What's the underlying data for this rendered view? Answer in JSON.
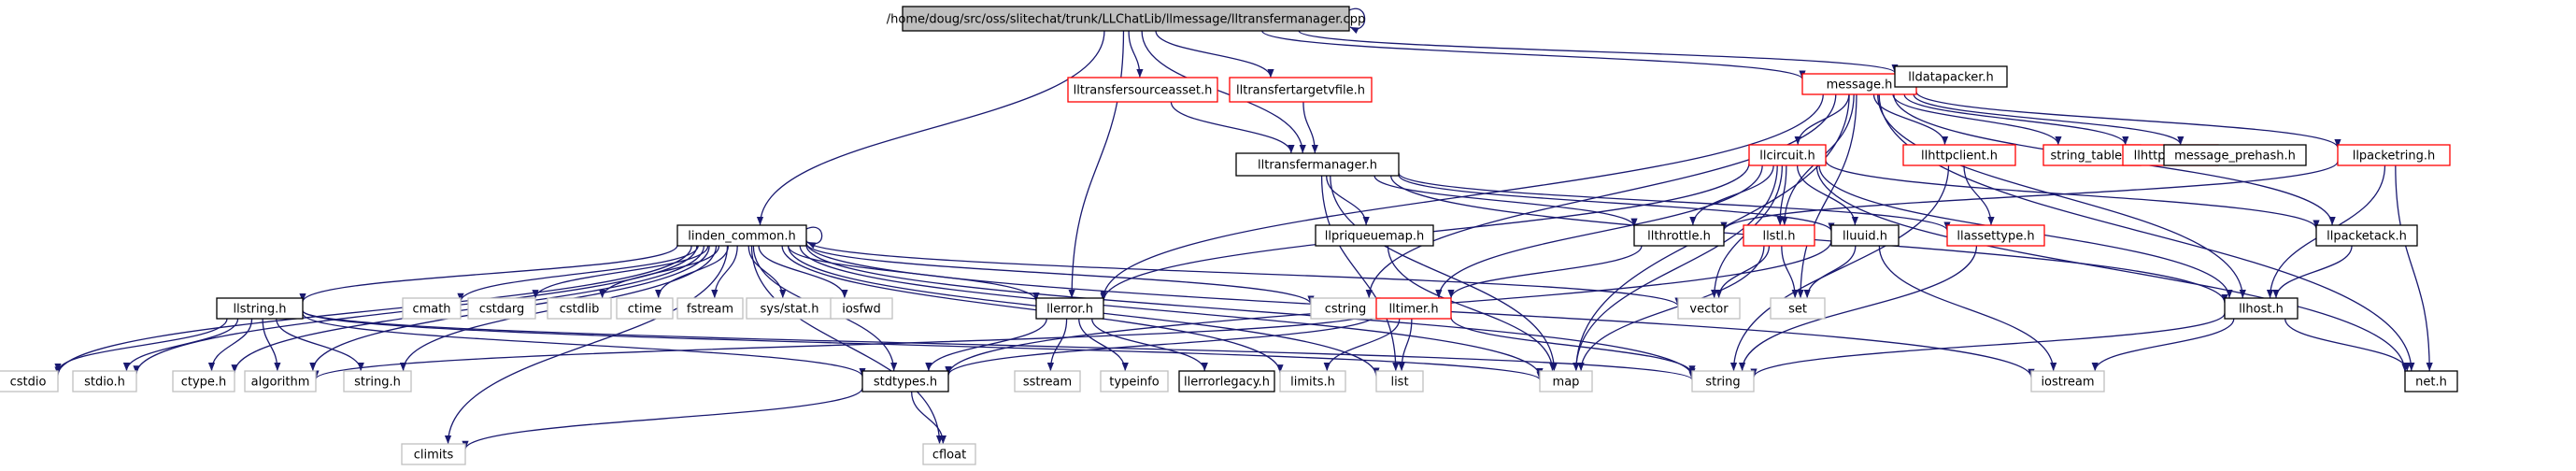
{
  "colors": {
    "edge": "#191970",
    "border_documented": "#000000",
    "border_undocumented": "#ff0000",
    "border_system": "#bfbfbf",
    "fill_root": "#bfbfbf",
    "fill_default": "#ffffff"
  },
  "nodes": [
    {
      "id": "root",
      "label": "/home/doug/src/oss/slitechat/trunk/LLChatLib/llmessage/lltransfermanager.cpp",
      "kind": "root"
    },
    {
      "id": "lltransfersourceasset",
      "label": "lltransfersourceasset.h",
      "kind": "undocumented"
    },
    {
      "id": "lltransfertargetvfile",
      "label": "lltransfertargetvfile.h",
      "kind": "undocumented"
    },
    {
      "id": "message",
      "label": "message.h",
      "kind": "undocumented"
    },
    {
      "id": "lldatapacker",
      "label": "lldatapacker.h",
      "kind": "documented"
    },
    {
      "id": "lltransfermanager",
      "label": "lltransfermanager.h",
      "kind": "documented"
    },
    {
      "id": "llcircuit",
      "label": "llcircuit.h",
      "kind": "undocumented"
    },
    {
      "id": "llhttpclient",
      "label": "llhttpclient.h",
      "kind": "undocumented"
    },
    {
      "id": "string_table",
      "label": "string_table.h",
      "kind": "undocumented"
    },
    {
      "id": "llhttpnode",
      "label": "llhttpnode.h",
      "kind": "undocumented"
    },
    {
      "id": "message_prehash",
      "label": "message_prehash.h",
      "kind": "documented"
    },
    {
      "id": "llpacketring",
      "label": "llpacketring.h",
      "kind": "undocumented"
    },
    {
      "id": "linden_common",
      "label": "linden_common.h",
      "kind": "documented"
    },
    {
      "id": "llpriqueuemap",
      "label": "llpriqueuemap.h",
      "kind": "documented"
    },
    {
      "id": "llthrottle",
      "label": "llthrottle.h",
      "kind": "documented"
    },
    {
      "id": "llstl",
      "label": "llstl.h",
      "kind": "undocumented"
    },
    {
      "id": "lluuid",
      "label": "lluuid.h",
      "kind": "documented"
    },
    {
      "id": "llassettype",
      "label": "llassettype.h",
      "kind": "undocumented"
    },
    {
      "id": "llpacketack",
      "label": "llpacketack.h",
      "kind": "documented"
    },
    {
      "id": "llstring",
      "label": "llstring.h",
      "kind": "documented"
    },
    {
      "id": "cmath",
      "label": "cmath",
      "kind": "system"
    },
    {
      "id": "cstdarg",
      "label": "cstdarg",
      "kind": "system"
    },
    {
      "id": "cstdlib",
      "label": "cstdlib",
      "kind": "system"
    },
    {
      "id": "ctime",
      "label": "ctime",
      "kind": "system"
    },
    {
      "id": "fstream",
      "label": "fstream",
      "kind": "system"
    },
    {
      "id": "sysstat",
      "label": "sys/stat.h",
      "kind": "system"
    },
    {
      "id": "iosfwd",
      "label": "iosfwd",
      "kind": "system"
    },
    {
      "id": "llerror",
      "label": "llerror.h",
      "kind": "documented"
    },
    {
      "id": "cstring",
      "label": "cstring",
      "kind": "system"
    },
    {
      "id": "lltimer",
      "label": "lltimer.h",
      "kind": "undocumented"
    },
    {
      "id": "vector",
      "label": "vector",
      "kind": "system"
    },
    {
      "id": "set",
      "label": "set",
      "kind": "system"
    },
    {
      "id": "llhost",
      "label": "llhost.h",
      "kind": "documented"
    },
    {
      "id": "cstdio",
      "label": "cstdio",
      "kind": "system"
    },
    {
      "id": "stdio",
      "label": "stdio.h",
      "kind": "system"
    },
    {
      "id": "ctype",
      "label": "ctype.h",
      "kind": "system"
    },
    {
      "id": "algorithm",
      "label": "algorithm",
      "kind": "system"
    },
    {
      "id": "stringh",
      "label": "string.h",
      "kind": "system"
    },
    {
      "id": "stdtypes",
      "label": "stdtypes.h",
      "kind": "documented"
    },
    {
      "id": "sstream",
      "label": "sstream",
      "kind": "system"
    },
    {
      "id": "typeinfo",
      "label": "typeinfo",
      "kind": "system"
    },
    {
      "id": "llerrorlegacy",
      "label": "llerrorlegacy.h",
      "kind": "documented"
    },
    {
      "id": "limits",
      "label": "limits.h",
      "kind": "system"
    },
    {
      "id": "list",
      "label": "list",
      "kind": "system"
    },
    {
      "id": "map",
      "label": "map",
      "kind": "system"
    },
    {
      "id": "string",
      "label": "string",
      "kind": "system"
    },
    {
      "id": "iostream",
      "label": "iostream",
      "kind": "system"
    },
    {
      "id": "net",
      "label": "net.h",
      "kind": "documented"
    },
    {
      "id": "climits",
      "label": "climits",
      "kind": "system"
    },
    {
      "id": "cfloat",
      "label": "cfloat",
      "kind": "system"
    }
  ],
  "edges": [
    [
      "root",
      "root"
    ],
    [
      "root",
      "lltransfersourceasset"
    ],
    [
      "root",
      "lltransfertargetvfile"
    ],
    [
      "root",
      "message"
    ],
    [
      "root",
      "lldatapacker"
    ],
    [
      "root",
      "lltransfermanager"
    ],
    [
      "root",
      "linden_common"
    ],
    [
      "root",
      "llerror"
    ],
    [
      "lltransfersourceasset",
      "lltransfermanager"
    ],
    [
      "lltransfertargetvfile",
      "lltransfermanager"
    ],
    [
      "message",
      "llcircuit"
    ],
    [
      "message",
      "llhttpclient"
    ],
    [
      "message",
      "string_table"
    ],
    [
      "message",
      "llhttpnode"
    ],
    [
      "message",
      "message_prehash"
    ],
    [
      "message",
      "llpacketring"
    ],
    [
      "message",
      "llerror"
    ],
    [
      "message",
      "cstring"
    ],
    [
      "message",
      "set"
    ],
    [
      "message",
      "map"
    ],
    [
      "message",
      "llstl"
    ],
    [
      "message",
      "net"
    ],
    [
      "message",
      "llhost"
    ],
    [
      "message",
      "llpacketack"
    ],
    [
      "lltransfermanager",
      "llpriqueuemap"
    ],
    [
      "lltransfermanager",
      "llthrottle"
    ],
    [
      "lltransfermanager",
      "lluuid"
    ],
    [
      "lltransfermanager",
      "llassettype"
    ],
    [
      "lltransfermanager",
      "list"
    ],
    [
      "lltransfermanager",
      "map"
    ],
    [
      "lltransfermanager",
      "llhost"
    ],
    [
      "llcircuit",
      "llthrottle"
    ],
    [
      "llcircuit",
      "lluuid"
    ],
    [
      "llcircuit",
      "lltimer"
    ],
    [
      "llcircuit",
      "llerror"
    ],
    [
      "llcircuit",
      "vector"
    ],
    [
      "llcircuit",
      "map"
    ],
    [
      "llcircuit",
      "llpacketack"
    ],
    [
      "llcircuit",
      "llhost"
    ],
    [
      "llcircuit",
      "net"
    ],
    [
      "llcircuit",
      "llstl"
    ],
    [
      "llhttpclient",
      "llassettype"
    ],
    [
      "llhttpclient",
      "string"
    ],
    [
      "llpacketring",
      "llthrottle"
    ],
    [
      "llpacketring",
      "llhost"
    ],
    [
      "llpacketring",
      "net"
    ],
    [
      "llpriqueuemap",
      "map"
    ],
    [
      "llthrottle",
      "lltimer"
    ],
    [
      "llstl",
      "map"
    ],
    [
      "llstl",
      "set"
    ],
    [
      "llstl",
      "vector"
    ],
    [
      "lluuid",
      "set"
    ],
    [
      "lluuid",
      "iostream"
    ],
    [
      "lluuid",
      "stdtypes"
    ],
    [
      "llassettype",
      "string"
    ],
    [
      "llpacketack",
      "llhost"
    ],
    [
      "llhost",
      "net"
    ],
    [
      "llhost",
      "string"
    ],
    [
      "llhost",
      "iostream"
    ],
    [
      "linden_common",
      "linden_common"
    ],
    [
      "linden_common",
      "llstring"
    ],
    [
      "linden_common",
      "cmath"
    ],
    [
      "linden_common",
      "cstdarg"
    ],
    [
      "linden_common",
      "cstdlib"
    ],
    [
      "linden_common",
      "ctime"
    ],
    [
      "linden_common",
      "fstream"
    ],
    [
      "linden_common",
      "sysstat"
    ],
    [
      "linden_common",
      "iosfwd"
    ],
    [
      "linden_common",
      "llerror"
    ],
    [
      "linden_common",
      "cstring"
    ],
    [
      "linden_common",
      "vector"
    ],
    [
      "linden_common",
      "cstdio"
    ],
    [
      "linden_common",
      "stdio"
    ],
    [
      "linden_common",
      "ctype"
    ],
    [
      "linden_common",
      "algorithm"
    ],
    [
      "linden_common",
      "stringh"
    ],
    [
      "linden_common",
      "stdtypes"
    ],
    [
      "linden_common",
      "climits"
    ],
    [
      "linden_common",
      "cfloat"
    ],
    [
      "linden_common",
      "limits"
    ],
    [
      "linden_common",
      "list"
    ],
    [
      "linden_common",
      "map"
    ],
    [
      "linden_common",
      "string"
    ],
    [
      "linden_common",
      "iostream"
    ],
    [
      "llstring",
      "cstdio"
    ],
    [
      "llstring",
      "stdio"
    ],
    [
      "llstring",
      "ctype"
    ],
    [
      "llstring",
      "algorithm"
    ],
    [
      "llstring",
      "stringh"
    ],
    [
      "llstring",
      "stdtypes"
    ],
    [
      "llstring",
      "map"
    ],
    [
      "llstring",
      "string"
    ],
    [
      "llerror",
      "sstream"
    ],
    [
      "llerror",
      "typeinfo"
    ],
    [
      "llerror",
      "llerrorlegacy"
    ],
    [
      "llerror",
      "stdtypes"
    ],
    [
      "lltimer",
      "stdtypes"
    ],
    [
      "lltimer",
      "list"
    ],
    [
      "lltimer",
      "limits"
    ],
    [
      "lltimer",
      "string"
    ],
    [
      "lltimer",
      "algorithm"
    ],
    [
      "stdtypes",
      "climits"
    ],
    [
      "stdtypes",
      "cfloat"
    ]
  ]
}
